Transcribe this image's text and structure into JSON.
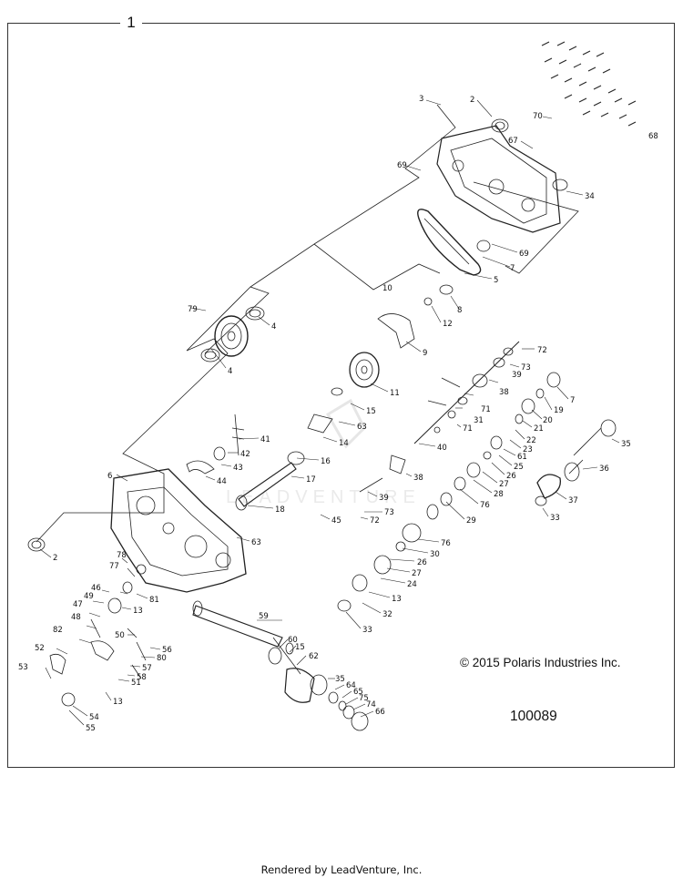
{
  "page_number": "1",
  "copyright": "© 2015 Polaris Industries Inc.",
  "figure_id": "100089",
  "footer": "Rendered by LeadVenture, Inc.",
  "watermark": "LEADVENTURE",
  "colors": {
    "line": "#222222",
    "frame": "#333333",
    "watermark": "#e2e2e2"
  },
  "callouts": [
    "1",
    "2",
    "3",
    "4",
    "5",
    "6",
    "7",
    "8",
    "9",
    "10",
    "11",
    "12",
    "13",
    "14",
    "15",
    "16",
    "17",
    "18",
    "19",
    "20",
    "21",
    "22",
    "23",
    "24",
    "25",
    "26",
    "27",
    "28",
    "29",
    "30",
    "31",
    "32",
    "33",
    "34",
    "35",
    "36",
    "37",
    "38",
    "39",
    "40",
    "41",
    "42",
    "43",
    "44",
    "45",
    "46",
    "47",
    "48",
    "49",
    "50",
    "51",
    "52",
    "53",
    "54",
    "55",
    "56",
    "57",
    "58",
    "59",
    "60",
    "61",
    "62",
    "63",
    "64",
    "65",
    "66",
    "67",
    "68",
    "69",
    "70",
    "71",
    "72",
    "73",
    "74",
    "75",
    "76",
    "77",
    "78",
    "79",
    "80",
    "81",
    "82"
  ]
}
